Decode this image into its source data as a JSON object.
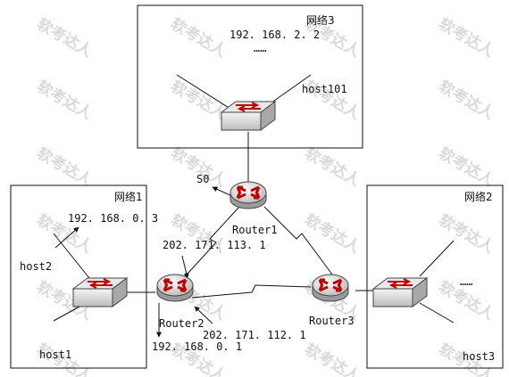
{
  "watermark": "软考达人",
  "networks": {
    "net3": "网络3",
    "net1": "网络1",
    "net2": "网络2"
  },
  "routers": {
    "r1": "Router1",
    "r2": "Router2",
    "r3": "Router3"
  },
  "hosts": {
    "host101": "host101",
    "host2": "host2",
    "host1": "host1",
    "host3": "host3"
  },
  "addresses": {
    "net3_host": "192. 168. 2. 2",
    "net1_host": "192. 168. 0. 3",
    "r1_r2_link": "202. 171. 113. 1",
    "r2_r3_link": "202. 171. 112. 1",
    "r2_lan": "192. 168. 0. 1"
  },
  "interfaces": {
    "s0": "S0"
  },
  "ellipsis": {
    "net3": "……",
    "net2": "……"
  }
}
